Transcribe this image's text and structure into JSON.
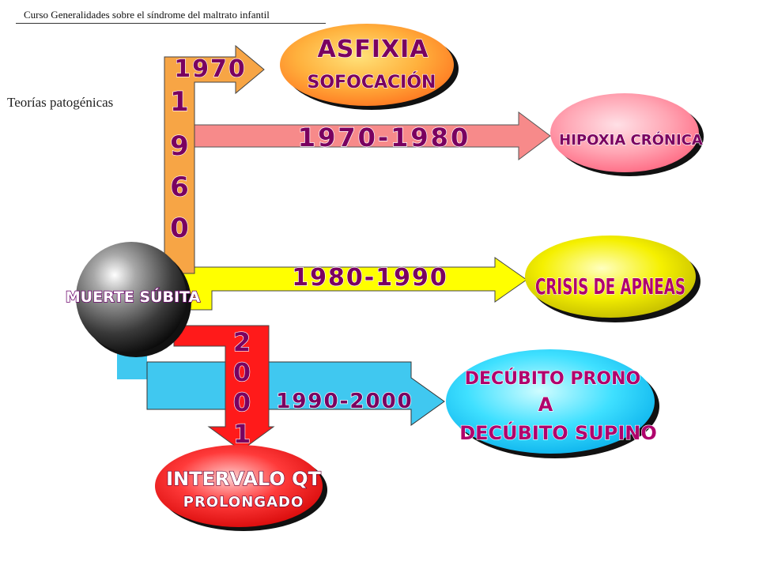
{
  "header": {
    "course_title": "Curso Generalidades sobre el síndrome del maltrato infantil",
    "subtitle": "Teorías patogénicas"
  },
  "center": {
    "label": "MUERTE SÚBITA"
  },
  "timeline": {
    "vertical_up_year_top": "1970",
    "vertical_up_year_digits": [
      "1",
      "9",
      "6",
      "0"
    ],
    "vertical_down_year_digits": [
      "2",
      "0",
      "0",
      "1"
    ]
  },
  "arrows": {
    "a1970_1980": "1970-1980",
    "a1980_1990": "1980-1990",
    "a1990_2000": "1990-2000"
  },
  "theories": {
    "asfixia": {
      "line1": "ASFIXIA",
      "line2": "SOFOCACIÓN"
    },
    "hipoxia": {
      "line1": "HIPOXIA  CRÓNICA"
    },
    "apneas": {
      "line1": "CRISIS DE APNEAS"
    },
    "decubito": {
      "line1": "DECÚBITO  PRONO",
      "line2": "A",
      "line3": "DECÚBITO  SUPINO"
    },
    "qt": {
      "line1": "INTERVALO  QT",
      "line2": "PROLONGADO"
    }
  },
  "colors": {
    "orange_bar": "#f7a545",
    "pink_arrow": "#f78a8a",
    "yellow_arrow": "#ffff00",
    "cyan_arrow": "#40c8f0",
    "red_arrow": "#ff1a1a",
    "text_purple": "#7a0060",
    "text_magenta": "#b0006c",
    "text_white": "#ffffff"
  }
}
